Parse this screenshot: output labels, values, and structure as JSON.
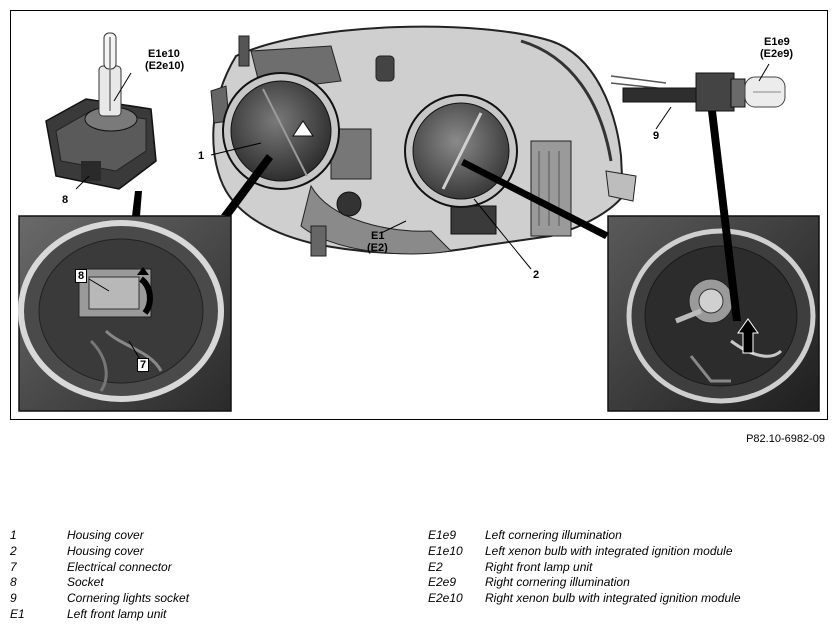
{
  "figure": {
    "labels": {
      "e1e10": "E1e10",
      "e2e10": "(E2e10)",
      "e1e9": "E1e9",
      "e2e9": "(E2e9)",
      "n1": "1",
      "n2": "2",
      "n7": "7",
      "n8_top": "8",
      "n8_inset": "8",
      "n9": "9",
      "e1": "E1",
      "e2": "(E2)"
    },
    "reference_code": "P82.10-6982-09"
  },
  "legend": {
    "left": [
      {
        "key": "1",
        "text": "Housing cover"
      },
      {
        "key": "2",
        "text": "Housing cover"
      },
      {
        "key": "7",
        "text": "Electrical connector"
      },
      {
        "key": "8",
        "text": "Socket"
      },
      {
        "key": "9",
        "text": "Cornering lights socket"
      },
      {
        "key": "E1",
        "text": "Left front lamp unit"
      }
    ],
    "right": [
      {
        "key": "E1e9",
        "text": "Left cornering illumination"
      },
      {
        "key": "E1e10",
        "text": "Left xenon bulb with integrated ignition module"
      },
      {
        "key": "E2",
        "text": "Right front lamp unit"
      },
      {
        "key": "E2e9",
        "text": "Right cornering illumination"
      },
      {
        "key": "E2e10",
        "text": "Right xenon bulb with integrated ignition module"
      }
    ]
  }
}
